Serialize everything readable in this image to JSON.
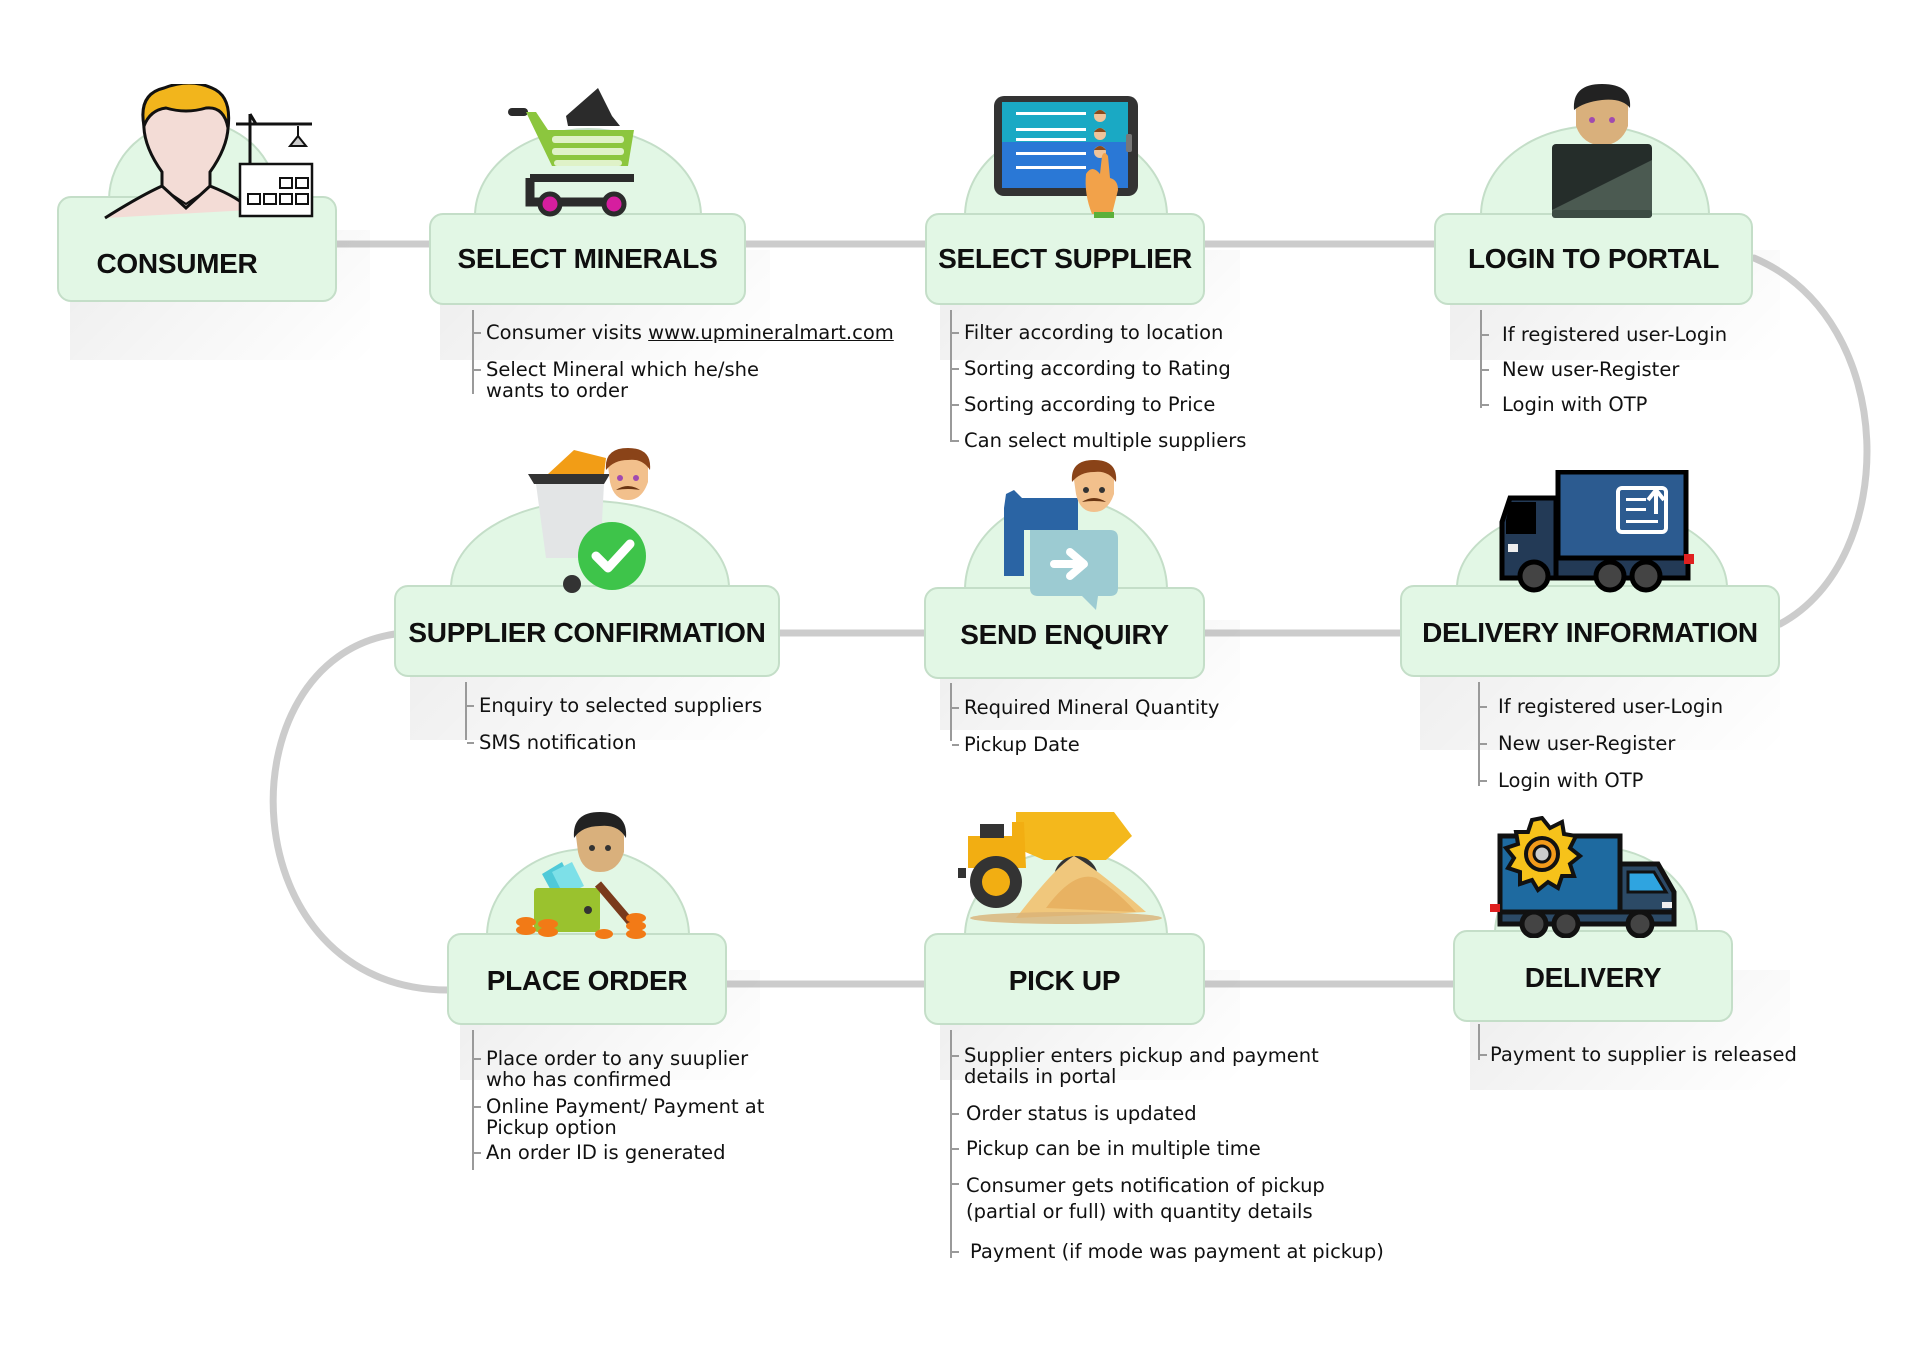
{
  "colors": {
    "box_fill": "#e2f7e5",
    "box_border": "#c4dec8",
    "connector": "#cccccc",
    "text": "#111111"
  },
  "steps": [
    {
      "id": "consumer",
      "title": "CONSUMER",
      "icon": "consumer-with-factory-icon",
      "notes": []
    },
    {
      "id": "select-minerals",
      "title": "SELECT MINERALS",
      "icon": "shopping-cart-minerals-icon",
      "notes": [
        {
          "text": "Consumer visits ",
          "link": "www.upmineralmart.com"
        },
        {
          "text": "Select Mineral which he/she wants to order"
        }
      ]
    },
    {
      "id": "select-supplier",
      "title": "SELECT SUPPLIER",
      "icon": "tablet-supplier-list-icon",
      "notes": [
        {
          "text": "Filter according to location"
        },
        {
          "text": "Sorting according to Rating"
        },
        {
          "text": "Sorting according to Price"
        },
        {
          "text": "Can select multiple suppliers"
        }
      ]
    },
    {
      "id": "login-to-portal",
      "title": "LOGIN TO PORTAL",
      "icon": "person-laptop-icon",
      "notes": [
        {
          "text": "If registered user-Login"
        },
        {
          "text": "New user-Register"
        },
        {
          "text": "Login with OTP"
        }
      ]
    },
    {
      "id": "delivery-information",
      "title": "DELIVERY INFORMATION",
      "icon": "delivery-truck-document-icon",
      "notes": [
        {
          "text": "If registered user-Login"
        },
        {
          "text": "New user-Register"
        },
        {
          "text": "Login with OTP"
        }
      ]
    },
    {
      "id": "send-enquiry",
      "title": "SEND ENQUIRY",
      "icon": "person-chat-enquiry-icon",
      "notes": [
        {
          "text": "Required Mineral Quantity"
        },
        {
          "text": "Pickup Date"
        }
      ]
    },
    {
      "id": "supplier-confirmation",
      "title": "SUPPLIER CONFIRMATION",
      "icon": "cart-checkmark-supplier-icon",
      "notes": [
        {
          "text": "Enquiry to selected suppliers"
        },
        {
          "text": "SMS notification"
        }
      ]
    },
    {
      "id": "place-order",
      "title": "PLACE ORDER",
      "icon": "person-wallet-coins-icon",
      "notes": [
        {
          "text": "Place order to any suuplier who has confirmed"
        },
        {
          "text": "Online Payment/ Payment at Pickup option"
        },
        {
          "text": "An order ID is generated"
        }
      ]
    },
    {
      "id": "pick-up",
      "title": "PICK UP",
      "icon": "dump-truck-sand-icon",
      "notes": [
        {
          "text": "Supplier enters pickup and payment details in portal"
        },
        {
          "text": "Order status is updated"
        },
        {
          "text": "Pickup can be in multiple time"
        },
        {
          "text": "Consumer gets notification of pickup (partial or full) with quantity details"
        },
        {
          "text": "Payment (if mode was payment at pickup)"
        }
      ]
    },
    {
      "id": "delivery",
      "title": "DELIVERY",
      "icon": "truck-gear-icon",
      "notes": [
        {
          "text": "Payment to supplier is released"
        }
      ]
    }
  ]
}
